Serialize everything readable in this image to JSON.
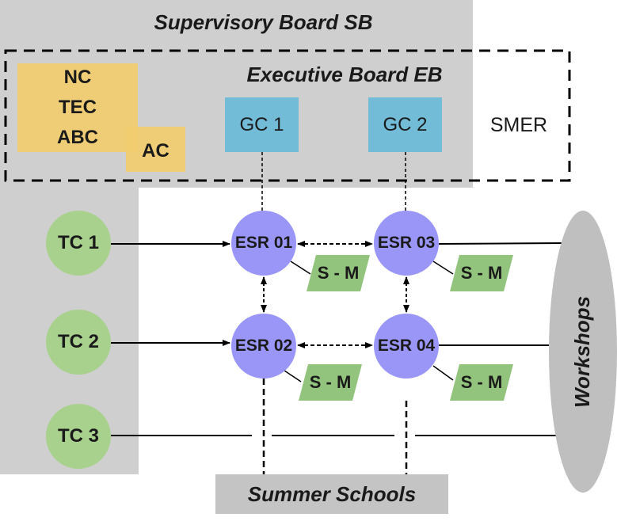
{
  "supervisory_board": {
    "title": "Supervisory Board SB"
  },
  "executive_board": {
    "title": "Executive Board EB"
  },
  "smer": {
    "label": "SMER"
  },
  "committees": {
    "items": [
      "NC",
      "TEC",
      "ABC"
    ],
    "ac": "AC"
  },
  "general_coordinators": [
    "GC 1",
    "GC 2"
  ],
  "training_centers": [
    "TC 1",
    "TC 2",
    "TC 3"
  ],
  "esrs": {
    "esr01": "ESR 01",
    "esr02": "ESR 02",
    "esr03": "ESR 03",
    "esr04": "ESR 04"
  },
  "secondments": [
    "S - M",
    "S - M",
    "S - M",
    "S - M"
  ],
  "workshops": {
    "label": "Workshops"
  },
  "summer_schools": {
    "label": "Summer Schools"
  },
  "colors": {
    "board_gray": "#cfcfcf",
    "committee_gold": "#f2cd6f",
    "gc_blue": "#72bcd8",
    "tc_green": "#a9d18e",
    "esr_purple": "#9a96f7",
    "sm_green": "#93c47d",
    "event_gray": "#c4c4c4"
  }
}
